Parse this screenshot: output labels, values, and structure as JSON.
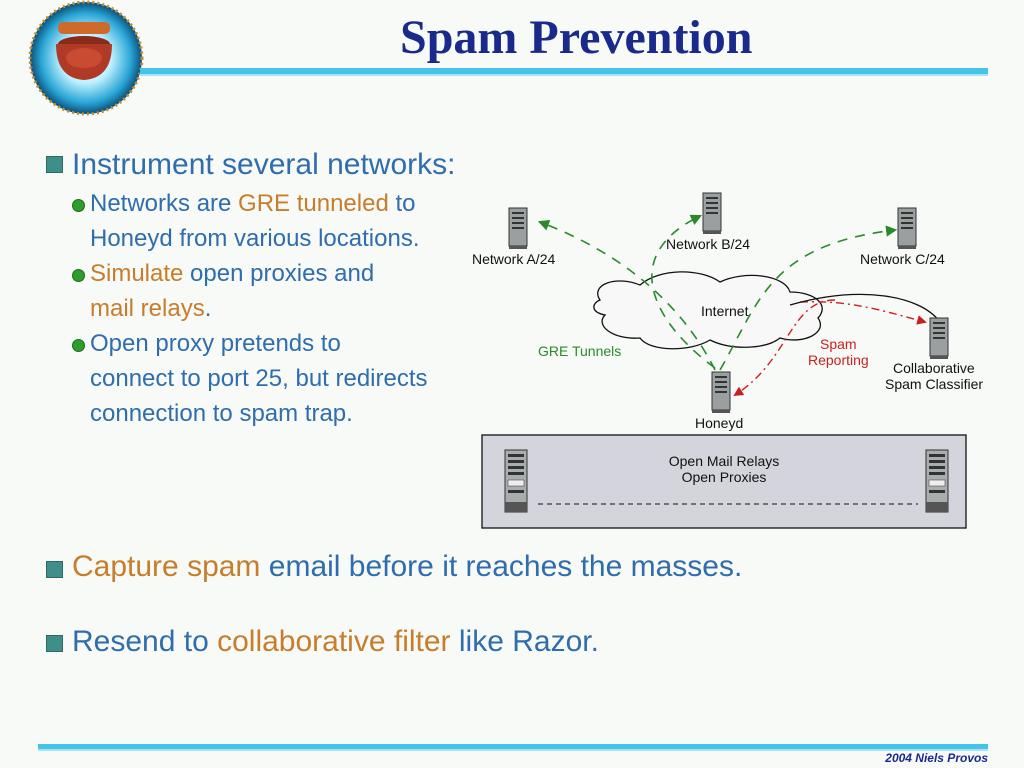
{
  "header": {
    "title": "Spam Prevention"
  },
  "bullets": {
    "b1": "Instrument several networks:",
    "b1_items": [
      {
        "p1": "Networks are ",
        "p2": "GRE tunneled",
        "p3": " to",
        "line2": "Honeyd from various locations."
      },
      {
        "p1": "Simulate",
        "p2": " open proxies and",
        "line2a": "mail relays",
        "line2b": "."
      },
      {
        "line1": "Open proxy pretends to",
        "line2": "connect to port 25, but redirects",
        "line3": "connection to spam trap."
      }
    ],
    "b2a": "Capture spam",
    "b2b": " email before it reaches the masses.",
    "b3a": "Resend to ",
    "b3b": "collaborative filter",
    "b3c": " like Razor."
  },
  "diagram": {
    "network_a": "Network A/24",
    "network_b": "Network B/24",
    "network_c": "Network C/24",
    "internet": "Internet",
    "gre_tunnels": "GRE Tunnels",
    "spam_reporting_1": "Spam",
    "spam_reporting_2": "Reporting",
    "classifier_1": "Collaborative",
    "classifier_2": "Spam Classifier",
    "honeyd": "Honeyd",
    "relays_1": "Open Mail Relays",
    "relays_2": "Open Proxies"
  },
  "footer": {
    "text": "2004 Niels Provos"
  },
  "colors": {
    "title": "#1a2a8a",
    "text": "#2f6dad",
    "accent": "#c77d2a",
    "rule": "#44c4e8",
    "tunnel": "#2a8a2a",
    "report": "#cc2020"
  }
}
